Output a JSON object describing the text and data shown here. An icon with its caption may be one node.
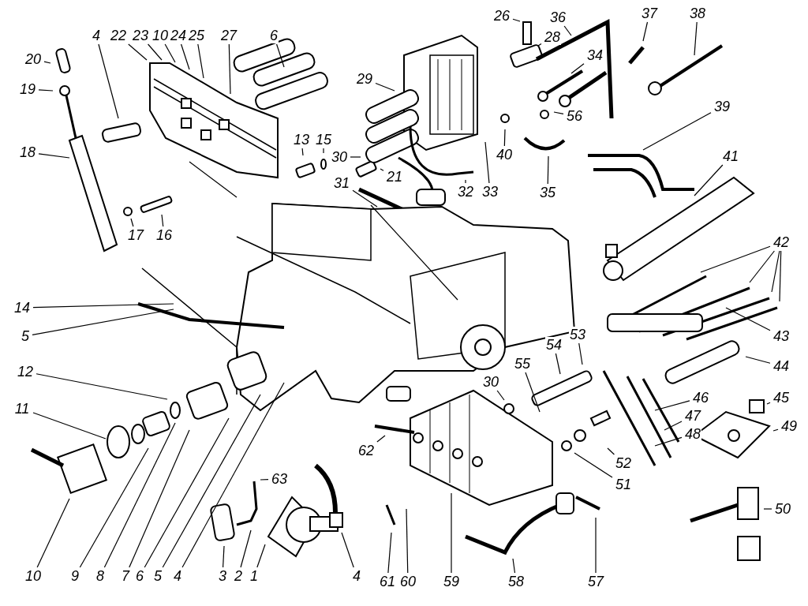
{
  "diagram": {
    "nodes": [
      {
        "text": [
          "4"
        ]
      },
      {
        "text": [
          "22"
        ]
      },
      {
        "text": [
          "23"
        ]
      },
      {
        "text": [
          "10"
        ]
      },
      {
        "text": [
          "24"
        ]
      },
      {
        "text": [
          "25"
        ]
      },
      {
        "text": [
          "27"
        ]
      },
      {
        "text": [
          "6"
        ]
      },
      {
        "text": [
          "20"
        ]
      },
      {
        "text": [
          "19"
        ]
      },
      {
        "text": [
          "18"
        ]
      },
      {
        "text": [
          "17"
        ]
      },
      {
        "text": [
          "16"
        ]
      },
      {
        "text": [
          "13"
        ]
      },
      {
        "text": [
          "15"
        ]
      },
      {
        "text": [
          "29"
        ]
      },
      {
        "text": [
          "30"
        ]
      },
      {
        "text": [
          "21"
        ]
      },
      {
        "text": [
          "31"
        ]
      },
      {
        "text": [
          "26"
        ]
      },
      {
        "text": [
          "36"
        ]
      },
      {
        "text": [
          "28"
        ]
      },
      {
        "text": [
          "37"
        ]
      },
      {
        "text": [
          "38"
        ]
      },
      {
        "text": [
          "34"
        ]
      },
      {
        "text": [
          "56"
        ]
      },
      {
        "text": [
          "40"
        ]
      },
      {
        "text": [
          "33"
        ]
      },
      {
        "text": [
          "32"
        ]
      },
      {
        "text": [
          "35"
        ]
      },
      {
        "text": [
          "39"
        ]
      },
      {
        "text": [
          "41"
        ]
      },
      {
        "text": [
          "42"
        ]
      },
      {
        "text": [
          "43"
        ]
      },
      {
        "text": [
          "44"
        ]
      },
      {
        "text": [
          "45"
        ]
      },
      {
        "text": [
          "46"
        ]
      },
      {
        "text": [
          "47"
        ]
      },
      {
        "text": [
          "48"
        ]
      },
      {
        "text": [
          "49"
        ]
      },
      {
        "text": [
          "50"
        ]
      },
      {
        "text": [
          "51"
        ]
      },
      {
        "text": [
          "52"
        ]
      },
      {
        "text": [
          "53"
        ]
      },
      {
        "text": [
          "54"
        ]
      },
      {
        "text": [
          "55"
        ]
      },
      {
        "text": [
          "30"
        ]
      },
      {
        "text": [
          "62"
        ]
      },
      {
        "text": [
          "59"
        ]
      },
      {
        "text": [
          "58"
        ]
      },
      {
        "text": [
          "57"
        ]
      },
      {
        "text": [
          "60"
        ]
      },
      {
        "text": [
          "61"
        ]
      },
      {
        "text": [
          "14"
        ]
      },
      {
        "text": [
          "5"
        ]
      },
      {
        "text": [
          "12"
        ]
      },
      {
        "text": [
          "11"
        ]
      },
      {
        "text": [
          "10"
        ]
      },
      {
        "text": [
          "9"
        ]
      },
      {
        "text": [
          "8"
        ]
      },
      {
        "text": [
          "7"
        ]
      },
      {
        "text": [
          "6"
        ]
      },
      {
        "text": [
          "5"
        ]
      },
      {
        "text": [
          "4"
        ]
      },
      {
        "text": [
          "3"
        ]
      },
      {
        "text": [
          "2"
        ]
      },
      {
        "text": [
          "1"
        ]
      },
      {
        "text": [
          "63"
        ]
      },
      {
        "text": [
          "4"
        ]
      }
    ],
    "edges": [
      {
        "from": 0,
        "to": null,
        "arrow": "none"
      },
      {
        "from": 1,
        "to": null,
        "arrow": "none"
      },
      {
        "from": 2,
        "to": null,
        "arrow": "none"
      },
      {
        "from": 3,
        "to": null,
        "arrow": "none"
      },
      {
        "from": 4,
        "to": null,
        "arrow": "none"
      },
      {
        "from": 5,
        "to": null,
        "arrow": "none"
      },
      {
        "from": 6,
        "to": null,
        "arrow": "none"
      },
      {
        "from": 7,
        "to": null,
        "arrow": "none"
      },
      {
        "from": 8,
        "to": null,
        "arrow": "none"
      },
      {
        "from": 9,
        "to": null,
        "arrow": "none"
      },
      {
        "from": 10,
        "to": null,
        "arrow": "none"
      },
      {
        "from": 11,
        "to": null,
        "arrow": "none"
      },
      {
        "from": 12,
        "to": null,
        "arrow": "none"
      },
      {
        "from": 13,
        "to": null,
        "arrow": "none"
      },
      {
        "from": 14,
        "to": null,
        "arrow": "none"
      },
      {
        "from": 15,
        "to": null,
        "arrow": "none"
      },
      {
        "from": 16,
        "to": null,
        "arrow": "none"
      },
      {
        "from": 17,
        "to": null,
        "arrow": "none"
      },
      {
        "from": 18,
        "to": null,
        "arrow": "none"
      },
      {
        "from": 19,
        "to": null,
        "arrow": "none"
      },
      {
        "from": 20,
        "to": null,
        "arrow": "none"
      },
      {
        "from": 21,
        "to": null,
        "arrow": "none"
      },
      {
        "from": 22,
        "to": null,
        "arrow": "none"
      },
      {
        "from": 23,
        "to": null,
        "arrow": "none"
      },
      {
        "from": 24,
        "to": null,
        "arrow": "none"
      },
      {
        "from": 25,
        "to": null,
        "arrow": "none"
      },
      {
        "from": 26,
        "to": null,
        "arrow": "none"
      },
      {
        "from": 27,
        "to": null,
        "arrow": "none"
      },
      {
        "from": 28,
        "to": null,
        "arrow": "none"
      },
      {
        "from": 29,
        "to": null,
        "arrow": "none"
      },
      {
        "from": 30,
        "to": null,
        "arrow": "none"
      },
      {
        "from": 31,
        "to": null,
        "arrow": "none"
      },
      {
        "from": 32,
        "to": null,
        "arrow": "none"
      },
      {
        "from": 32,
        "to": null,
        "arrow": "none"
      },
      {
        "from": 32,
        "to": null,
        "arrow": "none"
      },
      {
        "from": 32,
        "to": null,
        "arrow": "none"
      },
      {
        "from": 33,
        "to": null,
        "arrow": "none"
      },
      {
        "from": 34,
        "to": null,
        "arrow": "none"
      },
      {
        "from": 35,
        "to": null,
        "arrow": "none"
      },
      {
        "from": 36,
        "to": null,
        "arrow": "none"
      },
      {
        "from": 37,
        "to": null,
        "arrow": "none"
      },
      {
        "from": 38,
        "to": null,
        "arrow": "none"
      },
      {
        "from": 39,
        "to": null,
        "arrow": "none"
      },
      {
        "from": 40,
        "to": null,
        "arrow": "none"
      },
      {
        "from": 41,
        "to": null,
        "arrow": "none"
      },
      {
        "from": 42,
        "to": null,
        "arrow": "none"
      },
      {
        "from": 43,
        "to": null,
        "arrow": "none"
      },
      {
        "from": 44,
        "to": null,
        "arrow": "none"
      },
      {
        "from": 45,
        "to": null,
        "arrow": "none"
      },
      {
        "from": 46,
        "to": null,
        "arrow": "none"
      },
      {
        "from": 47,
        "to": null,
        "arrow": "none"
      },
      {
        "from": 48,
        "to": null,
        "arrow": "none"
      },
      {
        "from": 49,
        "to": null,
        "arrow": "none"
      },
      {
        "from": 50,
        "to": null,
        "arrow": "none"
      },
      {
        "from": 51,
        "to": null,
        "arrow": "none"
      },
      {
        "from": 52,
        "to": null,
        "arrow": "none"
      },
      {
        "from": 53,
        "to": null,
        "arrow": "none"
      },
      {
        "from": 54,
        "to": null,
        "arrow": "none"
      },
      {
        "from": 55,
        "to": null,
        "arrow": "none"
      },
      {
        "from": 56,
        "to": null,
        "arrow": "none"
      },
      {
        "from": 57,
        "to": null,
        "arrow": "none"
      },
      {
        "from": 58,
        "to": null,
        "arrow": "none"
      },
      {
        "from": 59,
        "to": null,
        "arrow": "none"
      },
      {
        "from": 60,
        "to": null,
        "arrow": "none"
      },
      {
        "from": 61,
        "to": null,
        "arrow": "none"
      },
      {
        "from": 62,
        "to": null,
        "arrow": "none"
      },
      {
        "from": 63,
        "to": null,
        "arrow": "none"
      },
      {
        "from": 64,
        "to": null,
        "arrow": "none"
      },
      {
        "from": 65,
        "to": null,
        "arrow": "none"
      },
      {
        "from": 66,
        "to": null,
        "arrow": "none"
      },
      {
        "from": 67,
        "to": null,
        "arrow": "none"
      },
      {
        "from": 68,
        "to": null,
        "arrow": "none"
      }
    ]
  }
}
